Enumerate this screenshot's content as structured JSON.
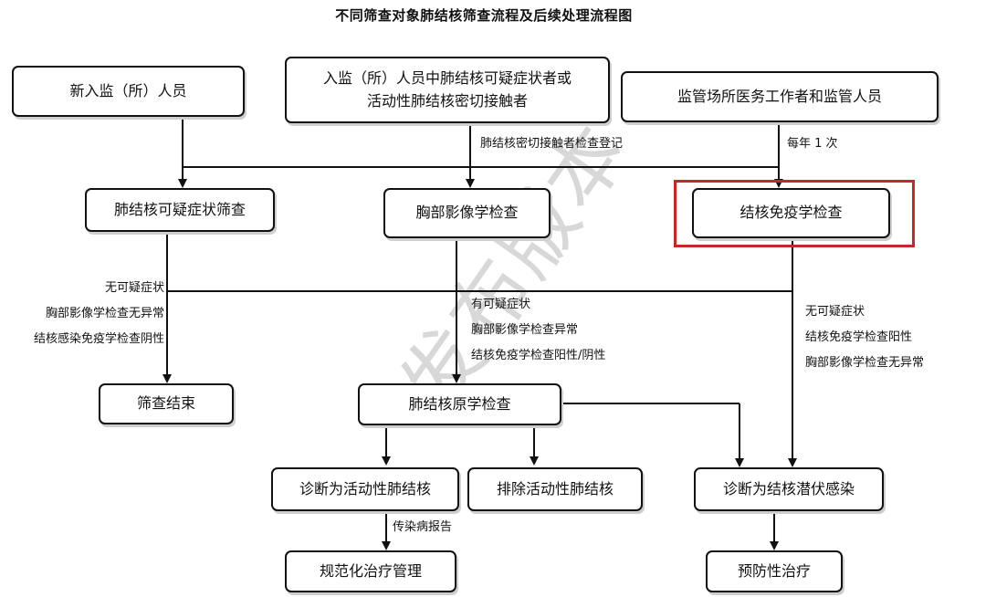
{
  "title": "不同筛查对象肺结核筛查流程及后续处理流程图",
  "watermark": "发布版本",
  "colors": {
    "highlight": "#c62828",
    "line": "#111111"
  },
  "boxes": {
    "new_inmates": "新入监（所）人员",
    "suspect_line1": "入监（所）人员中肺结核可疑症状者或",
    "suspect_line2": "活动性肺结核密切接触者",
    "staff": "监管场所医务工作者和监管人员",
    "symptom_screening": "肺结核可疑症状筛查",
    "chest_imaging": "胸部影像学检查",
    "immunology": "结核免疫学检查",
    "screening_end": "筛查结束",
    "etiology": "肺结核原学检查",
    "active_tb": "诊断为活动性肺结核",
    "exclude_tb": "排除活动性肺结核",
    "latent": "诊断为结核潜伏感染",
    "standard_treatment": "规范化治疗管理",
    "preventive": "预防性治疗"
  },
  "notes": {
    "contact_register": "肺结核密切接触者检查登记",
    "yearly": "每年 1 次",
    "left_negative": [
      "无可疑症状",
      "胸部影像学检查无异常",
      "结核感染免疫学检查阴性"
    ],
    "middle_positive": [
      "有可疑症状",
      "胸部影像学检查异常",
      "结核免疫学检查阳性/阴性"
    ],
    "right_latent": [
      "无可疑症状",
      "结核免疫学检查阳性",
      "胸部影像学检查无异常"
    ],
    "report": "传染病报告"
  }
}
